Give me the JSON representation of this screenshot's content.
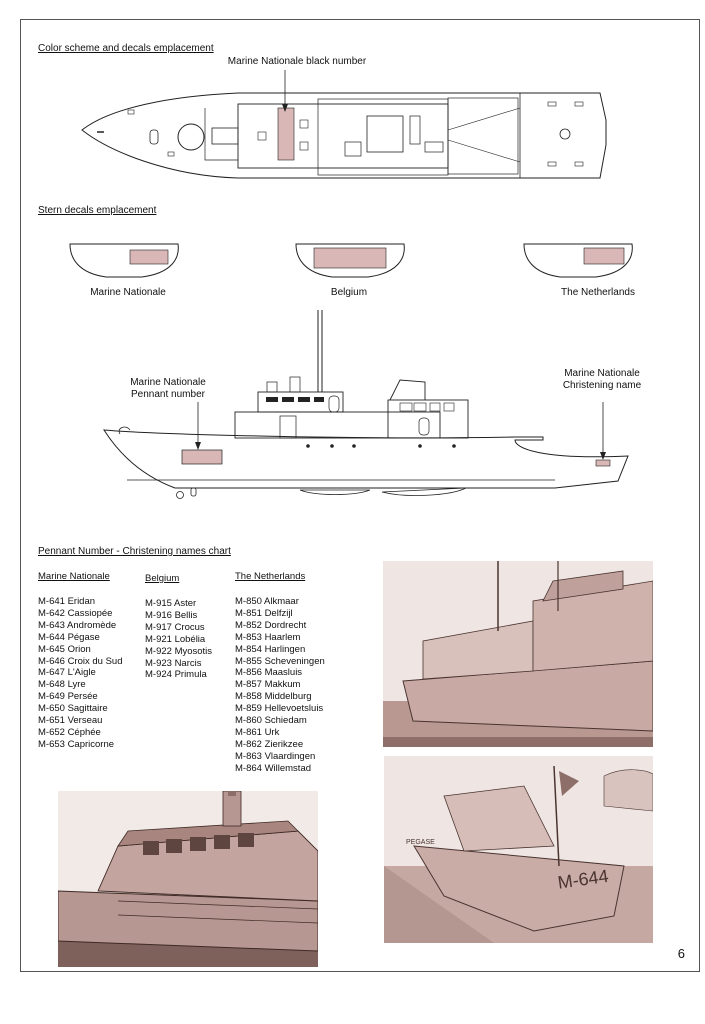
{
  "headings": {
    "color_scheme": "Color scheme and decals emplacement",
    "stern_decals": "Stern decals emplacement",
    "pennant_chart": "Pennant Number - Christening names chart"
  },
  "callouts": {
    "black_number": "Marine Nationale black number",
    "pennant_number_line1": "Marine Nationale",
    "pennant_number_line2": "Pennant number",
    "christening_line1": "Marine Nationale",
    "christening_line2": "Christening name"
  },
  "stern_labels": [
    "Marine Nationale",
    "Belgium",
    "The Netherlands"
  ],
  "chart": {
    "columns": [
      {
        "title": "Marine Nationale",
        "entries": [
          "M-641 Eridan",
          "M-642 Cassiopée",
          "M-643 Andromède",
          "M-644 Pégase",
          "M-645 Orion",
          "M-646 Croix du Sud",
          "M-647 L'Aigle",
          "M-648 Lyre",
          "M-649 Persée",
          "M-650 Sagittaire",
          "M-651 Verseau",
          "M-652 Céphée",
          "M-653 Capricorne"
        ]
      },
      {
        "title": "Belgium",
        "entries": [
          "M-915 Aster",
          "M-916 Bellis",
          "M-917 Crocus",
          "M-921 Lobélia",
          "M-922 Myosotis",
          "M-923 Narcis",
          "M-924 Primula"
        ]
      },
      {
        "title": "The Netherlands",
        "entries": [
          "M-850 Alkmaar",
          "M-851 Delfzijl",
          "M-852 Dordrecht",
          "M-853 Haarlem",
          "M-854 Harlingen",
          "M-855 Scheveningen",
          "M-856 Maasluis",
          "M-857 Makkum",
          "M-858 Middelburg",
          "M-859 Hellevoetsluis",
          "M-860 Schiedam",
          "M-861 Urk",
          "M-862 Zierikzee",
          "M-863 Vlaardingen",
          "M-864 Willemstad"
        ]
      }
    ]
  },
  "photo_markings": {
    "hull_number": "M-644",
    "bow_name": "PEGASE"
  },
  "page_number": "6",
  "colors": {
    "decal_fill": "#d9b7b7",
    "photo_tint": "#c9a9a3",
    "line": "#222222"
  }
}
